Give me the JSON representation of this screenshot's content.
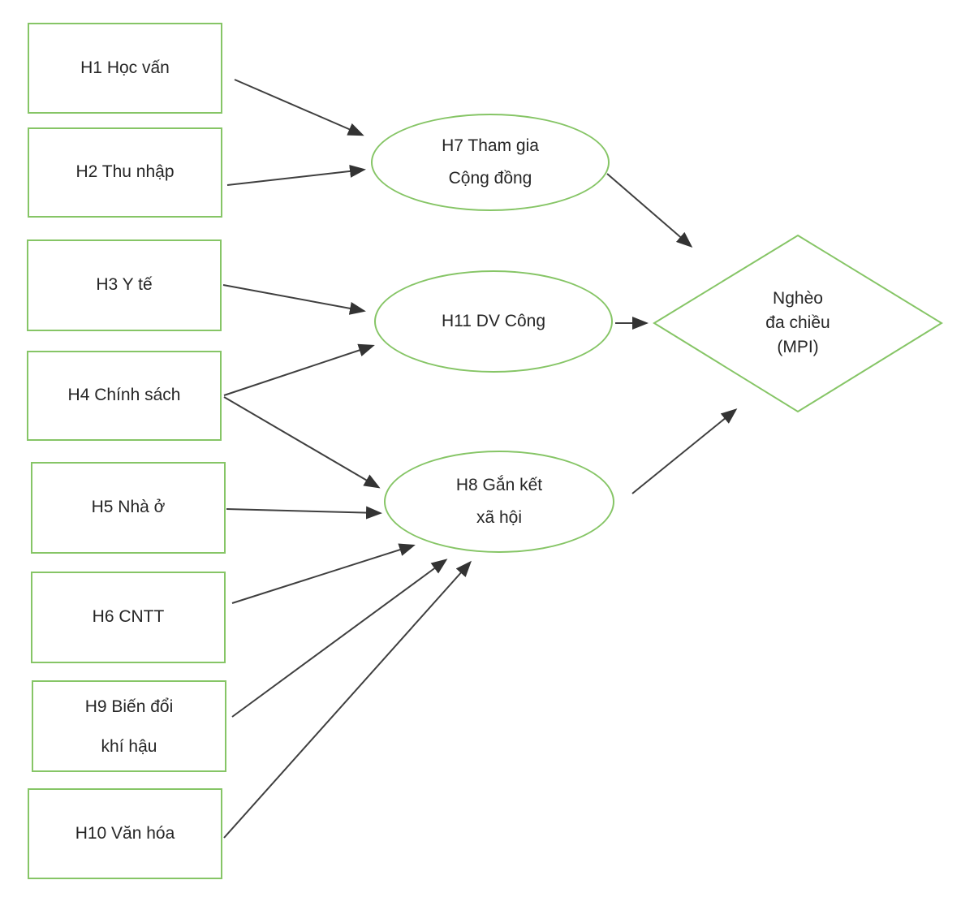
{
  "nodes": {
    "h1": {
      "label": "H1 Học vấn",
      "shape": "rectangle"
    },
    "h2": {
      "label": "H2 Thu nhập",
      "shape": "rectangle"
    },
    "h3": {
      "label": "H3 Y tế",
      "shape": "rectangle"
    },
    "h4": {
      "label": "H4 Chính sách",
      "shape": "rectangle"
    },
    "h5": {
      "label": "H5 Nhà ở",
      "shape": "rectangle"
    },
    "h6": {
      "label": "H6 CNTT",
      "shape": "rectangle"
    },
    "h9": {
      "label": "H9 Biến đổi\nkhí hậu",
      "shape": "rectangle"
    },
    "h10": {
      "label": "H10 Văn hóa",
      "shape": "rectangle"
    },
    "h7": {
      "label": "H7 Tham gia\nCộng đồng",
      "shape": "ellipse"
    },
    "h11": {
      "label": "H11 DV Công",
      "shape": "ellipse"
    },
    "h8": {
      "label": "H8 Gắn kết\nxã hội",
      "shape": "ellipse"
    },
    "mpi": {
      "label": "Nghèo\nđa chiều\n(MPI)",
      "shape": "diamond"
    }
  },
  "edges": [
    {
      "from": "H1 Học vấn",
      "to": "H7 Tham gia Cộng đồng"
    },
    {
      "from": "H2 Thu nhập",
      "to": "H7 Tham gia Cộng đồng"
    },
    {
      "from": "H3 Y tế",
      "to": "H11 DV Công"
    },
    {
      "from": "H4 Chính sách",
      "to": "H11 DV Công"
    },
    {
      "from": "H4 Chính sách",
      "to": "H8 Gắn kết xã hội"
    },
    {
      "from": "H5 Nhà ở",
      "to": "H8 Gắn kết xã hội"
    },
    {
      "from": "H6 CNTT",
      "to": "H8 Gắn kết xã hội"
    },
    {
      "from": "H9 Biến đổi khí hậu",
      "to": "H8 Gắn kết xã hội"
    },
    {
      "from": "H10 Văn hóa",
      "to": "H8 Gắn kết xã hội"
    },
    {
      "from": "H7 Tham gia Cộng đồng",
      "to": "Nghèo đa chiều (MPI)"
    },
    {
      "from": "H11 DV Công",
      "to": "Nghèo đa chiều (MPI)"
    },
    {
      "from": "H8 Gắn kết xã hội",
      "to": "Nghèo đa chiều (MPI)"
    }
  ],
  "colors": {
    "node_border": "#86C566",
    "arrow": "#3f3f3f",
    "text": "#262626",
    "background": "#ffffff"
  }
}
